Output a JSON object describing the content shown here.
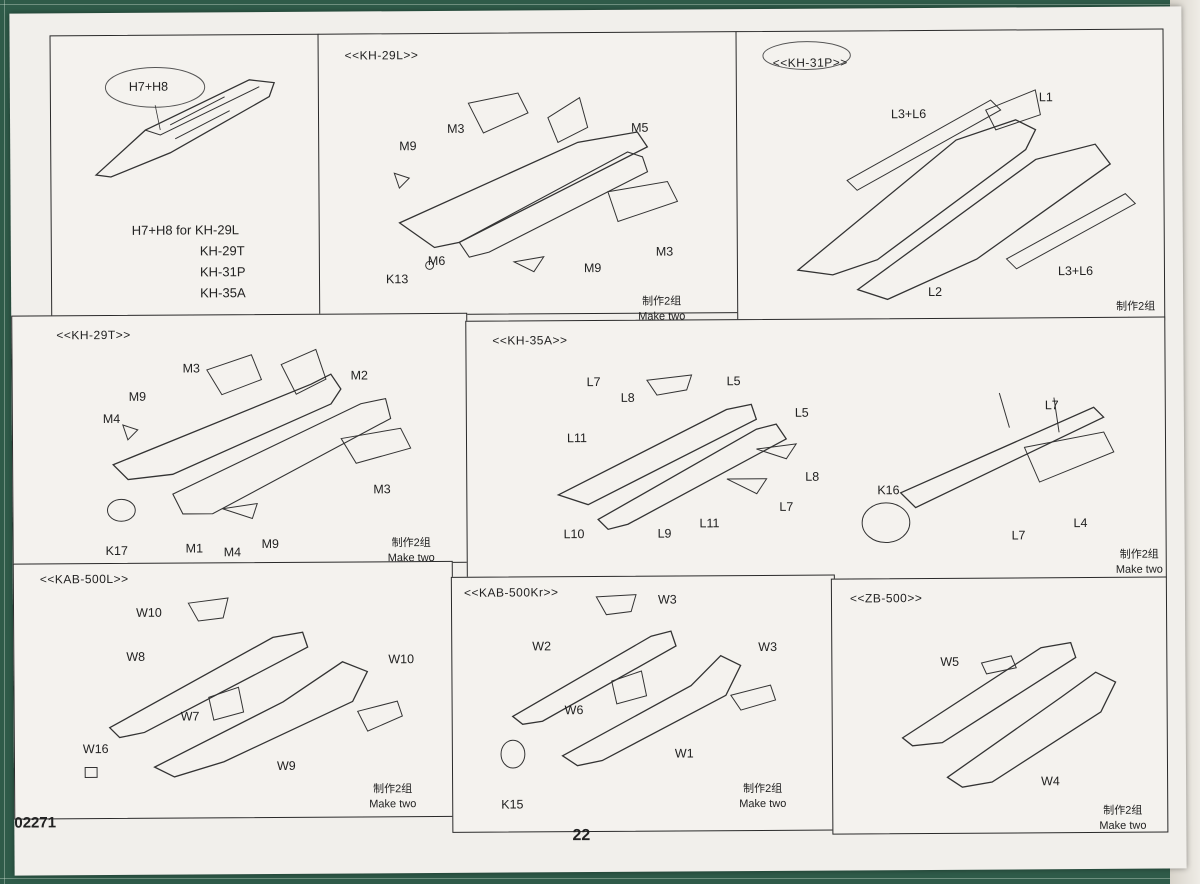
{
  "document": {
    "code": "02271",
    "page_number": "22",
    "make_two_cn": "制作2组",
    "make_two_en": "Make two"
  },
  "panels": {
    "h7h8": {
      "callout": "H7+H8",
      "list": [
        "H7+H8 for KH-29L",
        "KH-29T",
        "KH-31P",
        "KH-35A"
      ]
    },
    "kh29l": {
      "title": "<<KH-29L>>",
      "labels": [
        "M3",
        "M5",
        "M9",
        "M3",
        "M6",
        "K13",
        "M9"
      ]
    },
    "kh31p": {
      "title": "<<KH-31P>>",
      "labels": [
        "L3+L6",
        "L1",
        "L3+L6",
        "L2"
      ]
    },
    "kh29t": {
      "title": "<<KH-29T>>",
      "labels": [
        "M3",
        "M2",
        "M9",
        "M4",
        "M3",
        "K17",
        "M1",
        "M4",
        "M9"
      ]
    },
    "kh35a": {
      "title": "<<KH-35A>>",
      "labels": [
        "L7",
        "L8",
        "L5",
        "L5",
        "L11",
        "L8",
        "L7",
        "L10",
        "L9",
        "L11",
        "L7",
        "K16",
        "L7",
        "L4"
      ]
    },
    "kab500l": {
      "title": "<<KAB-500L>>",
      "labels": [
        "W10",
        "W8",
        "W10",
        "W7",
        "W16",
        "W9"
      ]
    },
    "kab500kr": {
      "title": "<<KAB-500Kr>>",
      "labels": [
        "W3",
        "W2",
        "W3",
        "W6",
        "W1",
        "K15"
      ]
    },
    "zb500": {
      "title": "<<ZB-500>>",
      "labels": [
        "W5",
        "W4"
      ]
    }
  }
}
